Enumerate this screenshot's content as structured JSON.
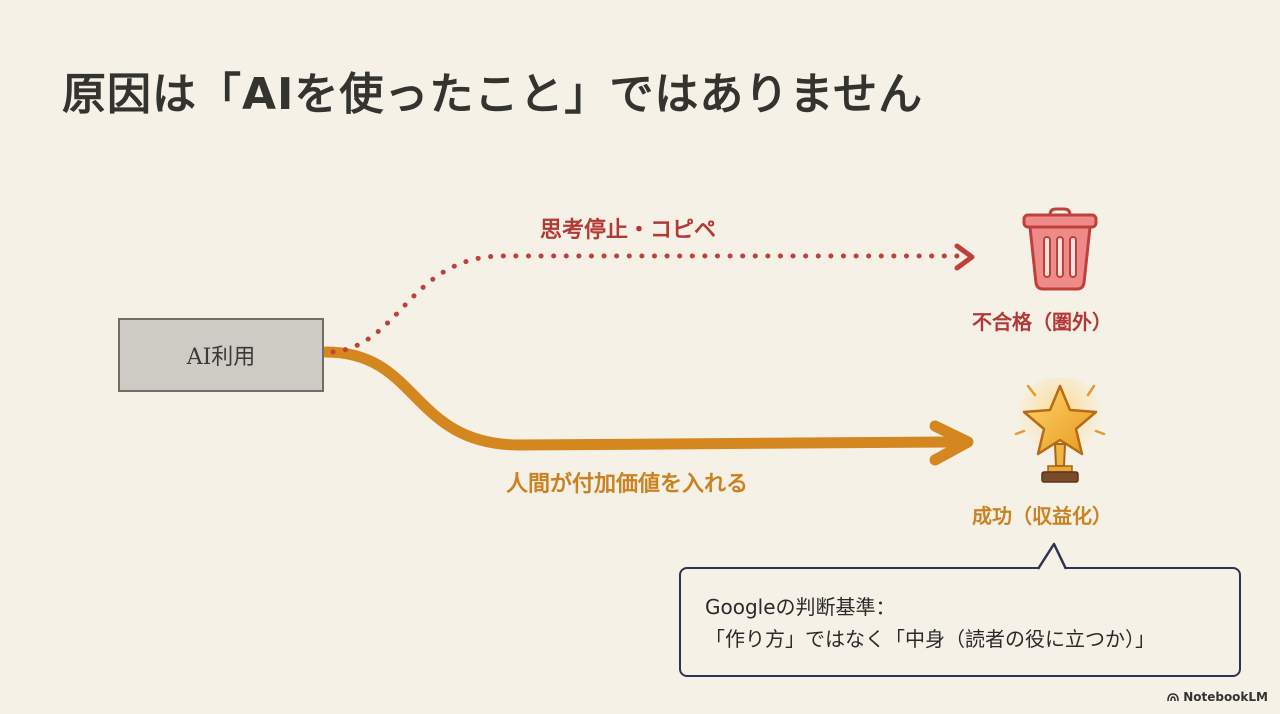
{
  "slide": {
    "title": "原因は「AIを使ったこと」ではありません",
    "source_node": {
      "label": "AI利用"
    },
    "paths": [
      {
        "name": "failure-path",
        "label": "思考停止・コピペ",
        "style": "dotted",
        "color": "#c0413b"
      },
      {
        "name": "success-path",
        "label": "人間が付加価値を入れる",
        "style": "solid",
        "color": "#d4861f"
      }
    ],
    "outcomes": {
      "failure": {
        "label": "不合格（圏外）",
        "icon": "trash-can-icon",
        "color": "#b23a36"
      },
      "success": {
        "label": "成功（収益化）",
        "icon": "star-trophy-icon",
        "color": "#c98322"
      }
    },
    "callout": {
      "line1": "Googleの判断基準：",
      "line2": "「作り方」ではなく「中身（読者の役に立つか）」",
      "border_color": "#2d3350"
    },
    "branding": {
      "label": "NotebookLM"
    },
    "colors": {
      "background": "#f5f1e6",
      "title": "#333330",
      "red": "#b23a36",
      "orange": "#c98322"
    }
  }
}
